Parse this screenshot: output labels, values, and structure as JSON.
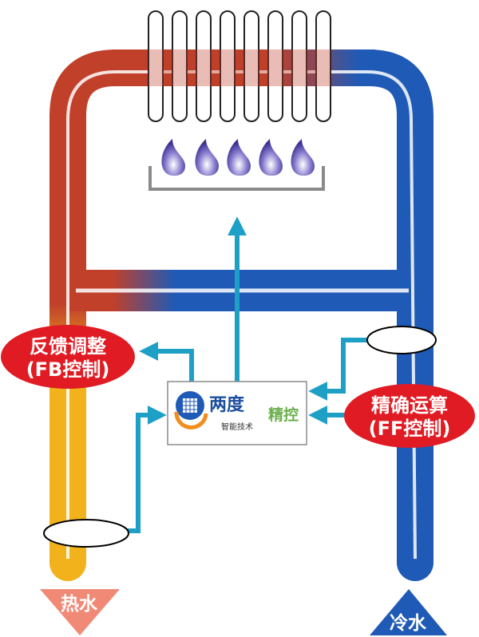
{
  "labels": {
    "feedback_line1": "反馈调整",
    "feedback_line2": "(FB控制)",
    "feedforward_line1": "精确运算",
    "feedforward_line2": "(FF控制)",
    "hot_water": "热水",
    "cold_water": "冷水"
  },
  "controller": {
    "brand": "两度",
    "subtitle": "智能技术",
    "side_text": "精控"
  },
  "colors": {
    "hot_pipe": "#c0402a",
    "cold_pipe": "#1f5ab6",
    "warm_pipe": "#f2b21c",
    "arrow": "#1e9fc6",
    "badge": "#e01b23",
    "flame": "#4a3fa0"
  },
  "components": {
    "burner_flames": 5,
    "heat_exchanger_tubes": 8
  }
}
